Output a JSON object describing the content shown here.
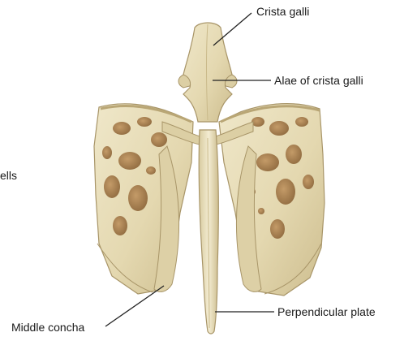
{
  "figure": {
    "labels": {
      "crista_galli": "Crista galli",
      "alae_of_crista_galli": "Alae of crista galli",
      "perpendicular_plate": "Perpendicular plate",
      "middle_concha": "Middle concha",
      "cut_off_left": "ells"
    }
  },
  "colors": {
    "bone_base": "#e9e0bf",
    "bone_shadow": "#c9b98a",
    "bone_dark": "#a89568",
    "air_cell": "#b58e5e",
    "air_cell_dark": "#8f6a3f",
    "leader_line": "#222222"
  }
}
